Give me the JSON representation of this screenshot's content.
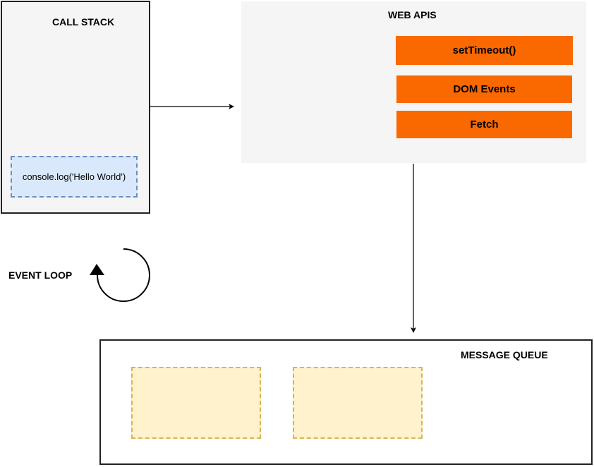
{
  "call_stack": {
    "title": "CALL STACK",
    "frames": [
      "console.log('Hello World')"
    ]
  },
  "web_apis": {
    "title": "WEB APIS",
    "items": [
      "setTimeout()",
      "DOM Events",
      "Fetch"
    ]
  },
  "event_loop": {
    "label": "EVENT LOOP"
  },
  "message_queue": {
    "title": "MESSAGE QUEUE"
  },
  "colors": {
    "api_fill": "#fa6800",
    "frame_fill": "#dae8fc",
    "frame_border": "#6c8ebf",
    "queue_slot_fill": "#fff2cc",
    "queue_slot_border": "#d6b656",
    "panel_fill": "#f5f5f5"
  }
}
